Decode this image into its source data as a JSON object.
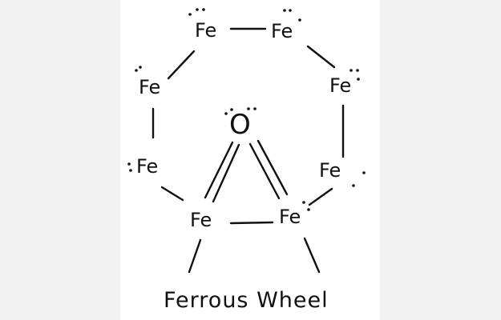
{
  "atoms": [
    {
      "id": "fe-top-left",
      "label": "Fe"
    },
    {
      "id": "fe-top-right",
      "label": "Fe"
    },
    {
      "id": "fe-right-upper",
      "label": "Fe"
    },
    {
      "id": "fe-right-lower",
      "label": "Fe"
    },
    {
      "id": "fe-bottom-right",
      "label": "Fe"
    },
    {
      "id": "fe-bottom-left",
      "label": "Fe"
    },
    {
      "id": "fe-left-lower",
      "label": "Fe"
    },
    {
      "id": "fe-left-upper",
      "label": "Fe"
    }
  ],
  "center_atom": {
    "label": "O"
  },
  "caption": "Ferrous Wheel"
}
